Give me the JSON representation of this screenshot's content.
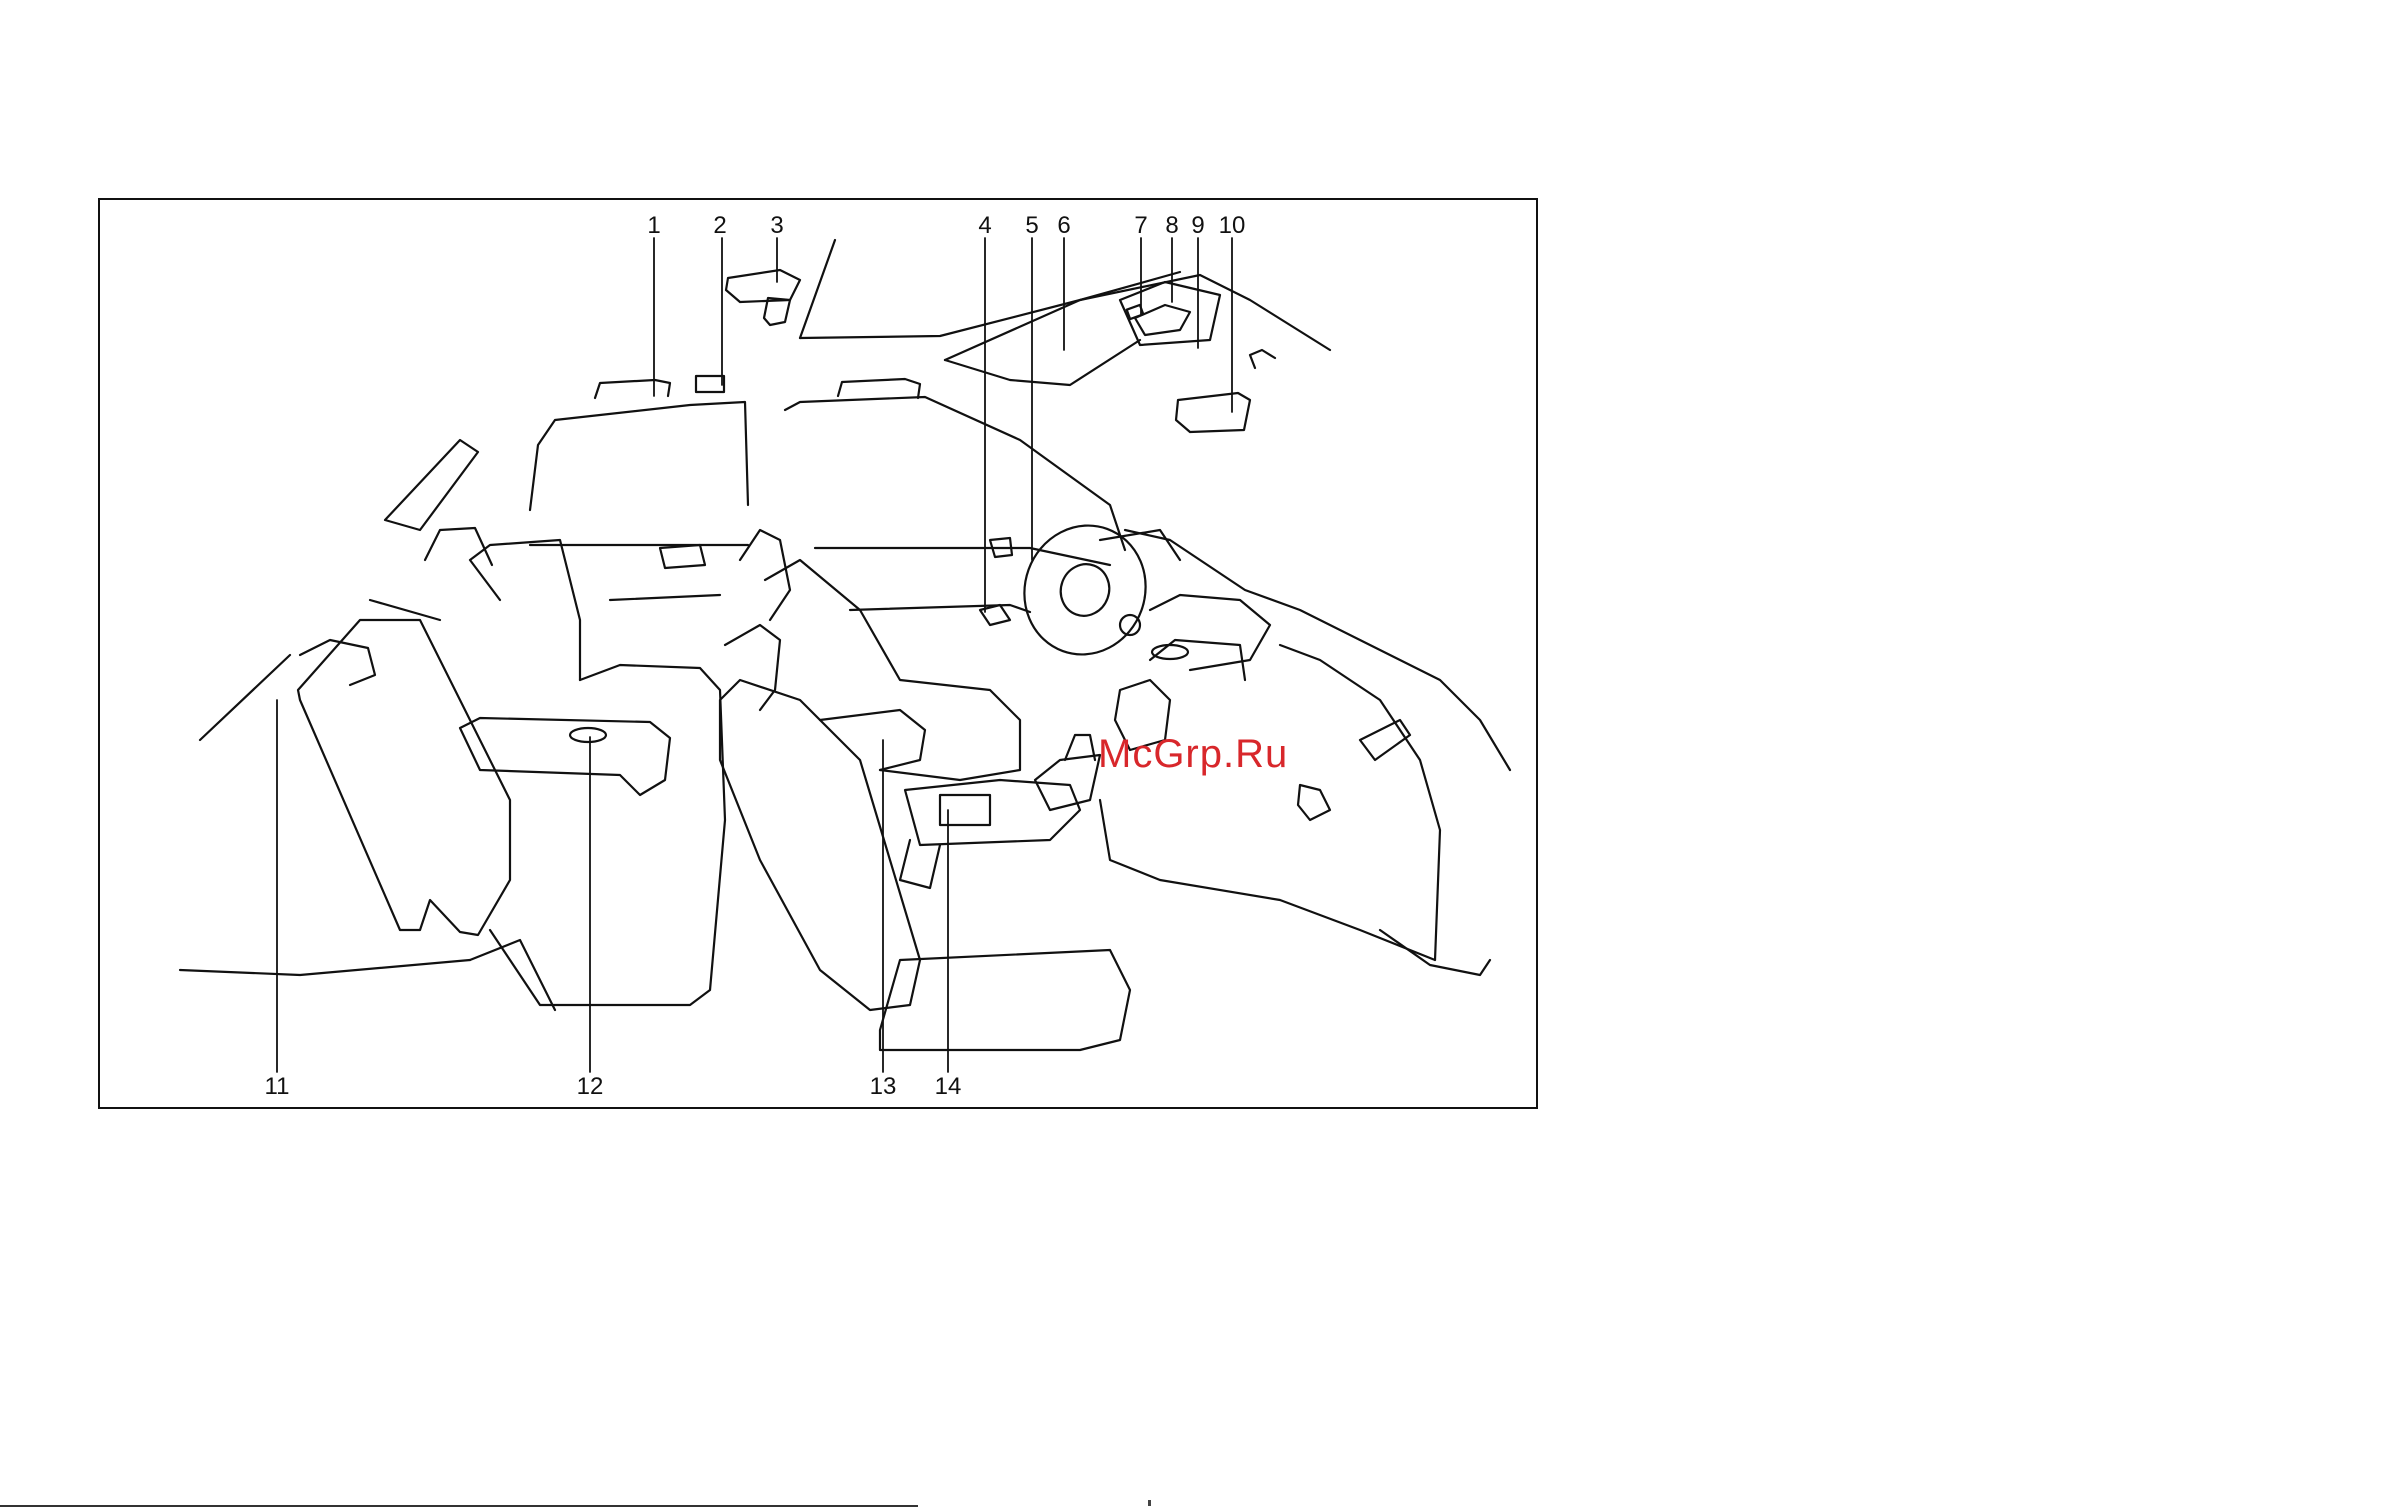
{
  "figure": {
    "callouts": [
      {
        "id": "c1",
        "label": "1"
      },
      {
        "id": "c2",
        "label": "2"
      },
      {
        "id": "c3",
        "label": "3"
      },
      {
        "id": "c4",
        "label": "4"
      },
      {
        "id": "c5",
        "label": "5"
      },
      {
        "id": "c6",
        "label": "6"
      },
      {
        "id": "c7",
        "label": "7"
      },
      {
        "id": "c8",
        "label": "8"
      },
      {
        "id": "c9",
        "label": "9"
      },
      {
        "id": "c10",
        "label": "10"
      },
      {
        "id": "c11",
        "label": "11"
      },
      {
        "id": "c12",
        "label": "12"
      },
      {
        "id": "c13",
        "label": "13"
      },
      {
        "id": "c14",
        "label": "14"
      }
    ]
  },
  "watermark": {
    "text": "McGrp.Ru",
    "color": "#d8272b"
  },
  "colors": {
    "line": "#111111",
    "background": "#ffffff"
  }
}
